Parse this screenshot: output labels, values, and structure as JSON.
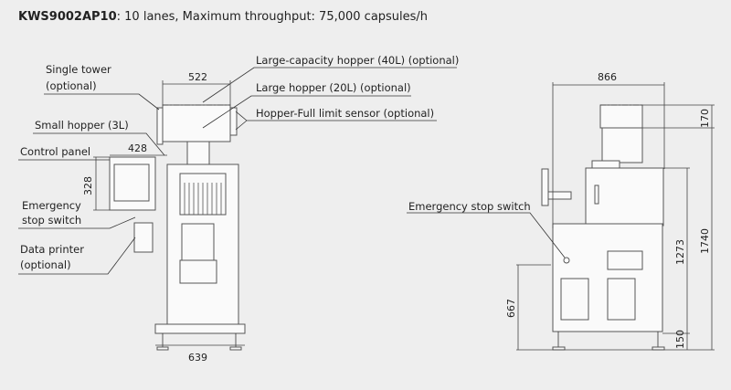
{
  "title": {
    "model": "KWS9002AP10",
    "spec": ": 10 lanes, Maximum throughput: 75,000 capsules/h"
  },
  "front_view": {
    "labels": {
      "single_tower_1": "Single tower",
      "single_tower_2": "(optional)",
      "small_hopper": "Small hopper (3L)",
      "control_panel": "Control panel",
      "emergency_1": "Emergency",
      "emergency_2": "stop switch",
      "printer_1": "Data printer",
      "printer_2": "(optional)",
      "large_capacity_hopper": "Large-capacity hopper (40L) (optional)",
      "large_hopper": "Large hopper (20L) (optional)",
      "hopper_sensor": "Hopper-Full limit sensor (optional)"
    },
    "dimensions": {
      "hopper_width": "522",
      "panel_offset": "428",
      "panel_height": "328",
      "base_width": "639"
    }
  },
  "side_view": {
    "labels": {
      "emergency": "Emergency stop switch"
    },
    "dimensions": {
      "depth": "866",
      "hopper_ext": "170",
      "total_height": "1740",
      "body_height": "1273",
      "leg_height": "150",
      "switch_height": "667"
    }
  }
}
